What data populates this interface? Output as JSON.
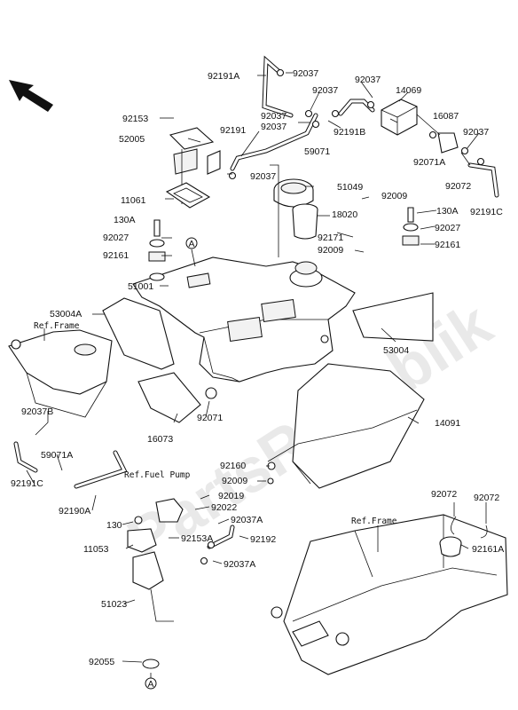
{
  "watermark": "PartsRepublik",
  "labels": {
    "l92191A": "92191A",
    "l92037_a": "92037",
    "l92037_b": "92037",
    "l92037_c": "92037",
    "l14069": "14069",
    "l92153": "92153",
    "l52005": "52005",
    "l92037_d": "92037",
    "l92191": "92191",
    "l92037_e": "92037",
    "l92191B": "92191B",
    "l59071": "59071",
    "l16087": "16087",
    "l92037_f": "92037",
    "l92071A": "92071A",
    "l92072_top": "92072",
    "l92191C_r": "92191C",
    "l11061": "11061",
    "l92037_g": "92037",
    "l51049": "51049",
    "l92009_a": "92009",
    "l18020": "18020",
    "l130A_l": "130A",
    "l130A_r": "130A",
    "l92027_l": "92027",
    "l92027_r": "92027",
    "l92161_l": "92161",
    "l92161_r": "92161",
    "l92171": "92171",
    "l92009_b": "92009",
    "l51001": "51001",
    "l53004A": "53004A",
    "l53004": "53004",
    "l92071": "92071",
    "l16073": "16073",
    "l14091": "14091",
    "l92037B": "92037B",
    "l59071A": "59071A",
    "l92191C_l": "92191C",
    "l92190A": "92190A",
    "l92160": "92160",
    "l92009_c": "92009",
    "l92019": "92019",
    "l92022": "92022",
    "l130": "130",
    "l92037A_a": "92037A",
    "l11053": "11053",
    "l92153A": "92153A",
    "l92192": "92192",
    "l92037A_b": "92037A",
    "l51023": "51023",
    "l92055": "92055",
    "l92072_a": "92072",
    "l92072_b": "92072",
    "l92161A": "92161A"
  },
  "refs": {
    "frame_left": "Ref.Frame",
    "fuel_pump": "Ref.Fuel Pump",
    "frame_right": "Ref.Frame"
  },
  "callouts": {
    "a_top": "A",
    "a_bottom": "A"
  }
}
